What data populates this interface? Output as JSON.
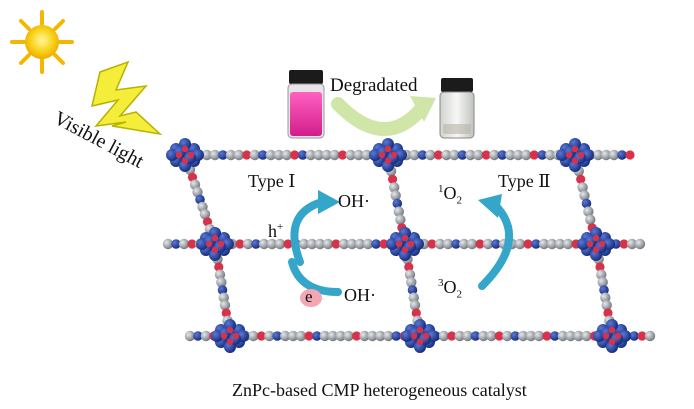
{
  "diagram": {
    "caption": "ZnPc-based CMP heterogeneous catalyst",
    "light_label": "Visible light",
    "degraded_label": "Degradated",
    "type1_label": "Type Ⅰ",
    "type2_label": "Type Ⅱ",
    "oh_radical_label": "OH·",
    "oh_anion_label": "OH·",
    "hole_base": "h",
    "hole_sup": "+",
    "electron_label": "e",
    "singlet_o2_sup": "1",
    "singlet_o2_base": "O",
    "singlet_o2_sub": "2",
    "triplet_o2_sup": "3",
    "triplet_o2_base": "O",
    "triplet_o2_sub": "2",
    "icons": {
      "sun": "sun-icon",
      "lightning": "lightning-bolt-icon",
      "vial_before": "dye-vial-pink-icon",
      "vial_after": "dye-vial-clear-icon"
    },
    "colors": {
      "sun": "#f7d417",
      "bolt": "#f4ee3b",
      "arrow_cycle": "#33a6c9",
      "arrow_degrade": "#cfe6a8",
      "dye_pink": "#e63aa6",
      "node_blue": "#1e3b9c",
      "linker_grey": "#8c929a",
      "linker_red": "#d8324a",
      "electron_pink": "#f3a7b3"
    }
  }
}
